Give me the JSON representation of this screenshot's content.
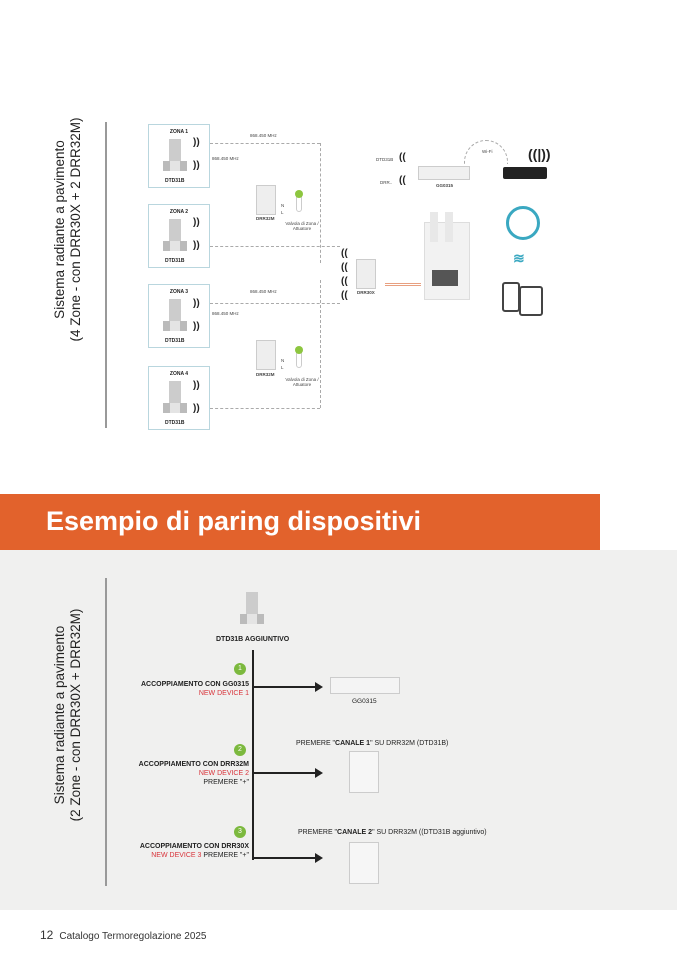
{
  "top_section": {
    "vertical_title": "Sistema radiante a pavimento",
    "vertical_subtitle": "(4 Zone - con DRR30X + 2 DRR32M)",
    "zones": [
      "ZONA 1",
      "ZONA 2",
      "ZONA 3",
      "ZONA 4"
    ],
    "thermostat": "DTD31B",
    "freq": "868.450 MHz",
    "drr32m": "DRR32M",
    "drr30x": "DRR30X",
    "valve": "Valvola di Zona / Attuatore",
    "n": "N",
    "l": "L",
    "gg0315": "GG0315",
    "dtd31b_short": "DTD31B",
    "drr_short": "DRR..",
    "wifi": "Wi-Fi"
  },
  "section_banner": "Esempio di paring dispositivi",
  "bottom_section": {
    "vertical_title": "Sistema radiante a pavimento",
    "vertical_subtitle": "(2 Zone - con DRR30X + DRR32M)",
    "device_label": "DTD31B AGGIUNTIVO",
    "steps": [
      {
        "number": "1",
        "title": "ACCOPPIAMENTO CON GG0315",
        "sub": "NEW DEVICE 1",
        "extra": "",
        "target": "GG0315",
        "note_pre": "",
        "note_bold": "",
        "note_post": ""
      },
      {
        "number": "2",
        "title": "ACCOPPIAMENTO CON DRR32M",
        "sub": "NEW DEVICE 2",
        "extra": "PREMERE \"+\"",
        "target": "",
        "note_pre": "PREMERE \"",
        "note_bold": "CANALE 1",
        "note_post": "\" SU DRR32M (DTD31B)"
      },
      {
        "number": "3",
        "title": "ACCOPPIAMENTO CON DRR30X",
        "sub": "NEW DEVICE 3",
        "extra": " PREMERE \"+\"",
        "target": "",
        "note_pre": "PREMERE \"",
        "note_bold": "CANALE 2",
        "note_post": "\" SU DRR32M ((DTD31B aggiuntivo)"
      }
    ]
  },
  "footer": {
    "page": "12",
    "title": "Catalogo Termoregolazione 2025"
  }
}
